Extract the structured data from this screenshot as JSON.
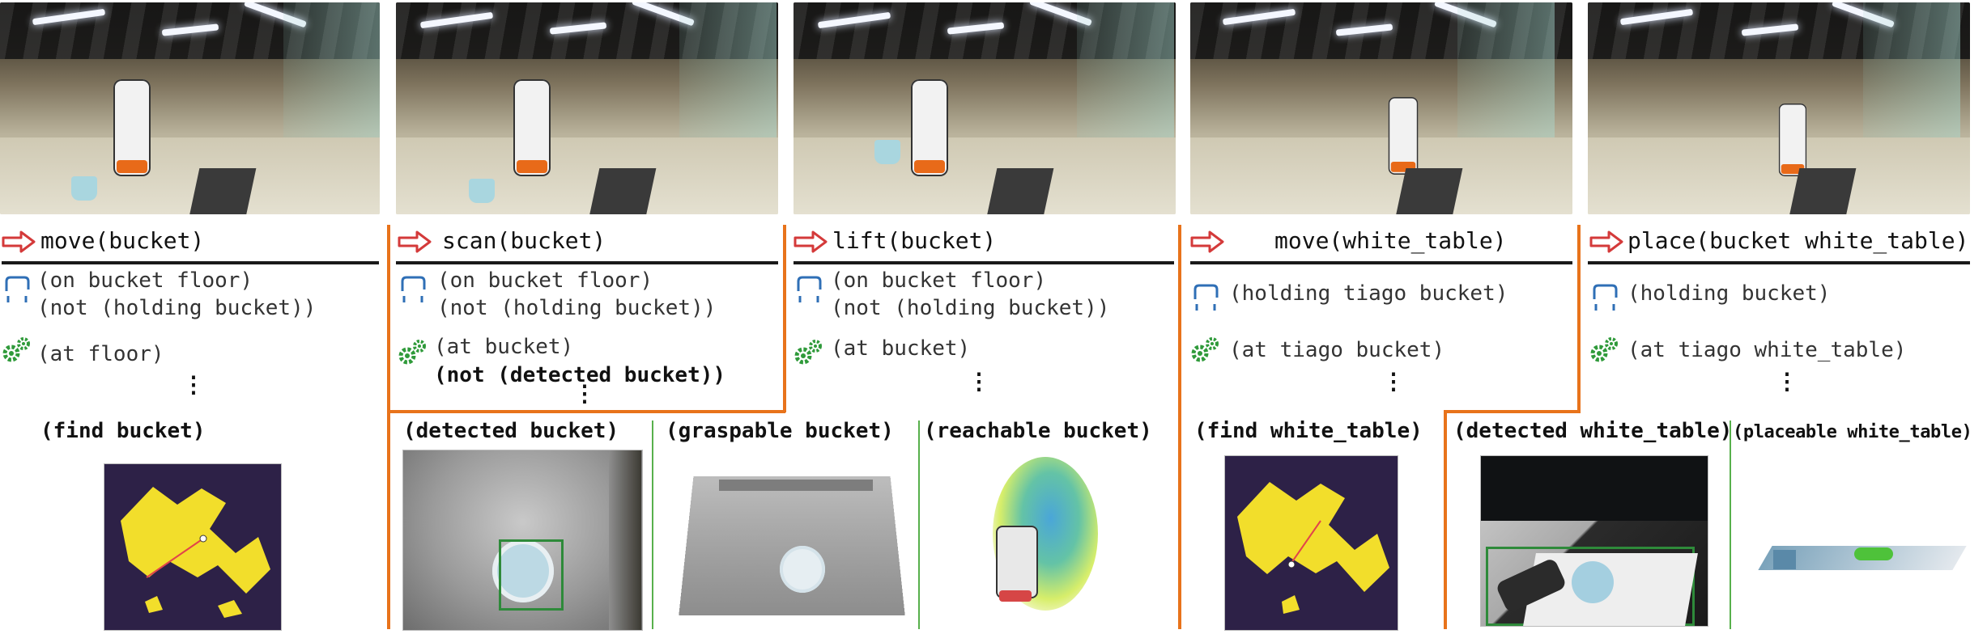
{
  "colors": {
    "arrow_red": "#d43a3a",
    "condition_blue": "#2f6fb6",
    "effect_green": "#2f9a3a",
    "frame_orange": "#e8731b",
    "divider_green": "#58b04c",
    "map_bg": "#2d2147",
    "map_fg": "#f2de2b"
  },
  "icons": {
    "action": "right-arrow-icon",
    "precondition": "loop-icon",
    "effect": "gears-icon",
    "ellipsis": "vertical-ellipsis-icon"
  },
  "steps": [
    {
      "action": "move(bucket)",
      "preconditions": [
        "(on bucket floor)",
        "(not (holding bucket))"
      ],
      "effects": [
        "(at floor)"
      ],
      "sensing": [
        "(find bucket)"
      ]
    },
    {
      "action": "scan(bucket)",
      "preconditions": [
        "(on bucket floor)",
        "(not (holding bucket))"
      ],
      "effects": [
        "(at bucket)",
        "(not (detected bucket))"
      ],
      "sensing": [
        "(detected bucket)",
        "(graspable bucket)"
      ]
    },
    {
      "action": "lift(bucket)",
      "preconditions": [
        "(on bucket floor)",
        "(not (holding bucket))"
      ],
      "effects": [
        "(at bucket)"
      ],
      "sensing": [
        "(reachable bucket)"
      ]
    },
    {
      "action": "move(white_table)",
      "preconditions": [
        "(holding tiago bucket)"
      ],
      "effects": [
        "(at tiago bucket)"
      ],
      "sensing": [
        "(find white_table)"
      ]
    },
    {
      "action": "place(bucket white_table)",
      "preconditions": [
        "(holding bucket)"
      ],
      "effects": [
        "(at tiago white_table)"
      ],
      "sensing": [
        "(detected white_table)",
        "(placeable white_table)"
      ]
    }
  ]
}
